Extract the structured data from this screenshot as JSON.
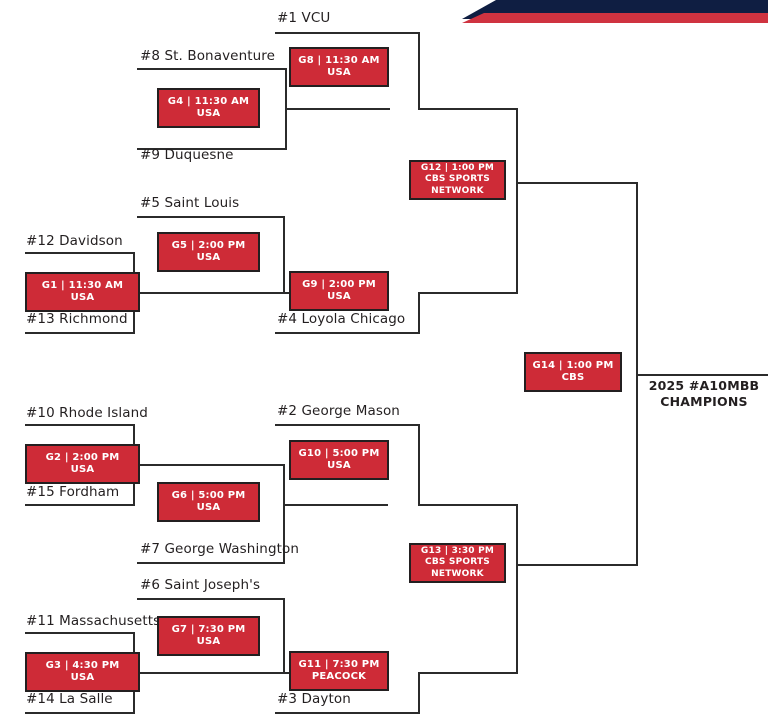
{
  "tournament": {
    "champion_label": "2025 #A10MBB\nCHAMPIONS",
    "accent_red": "#CE2B37",
    "banner_navy": "#0F1E42",
    "banner_red": "#CF3340",
    "line_color": "#2B2B2B"
  },
  "teams": {
    "vcu": "#1 VCU",
    "stbonny": "#8 St. Bonaventure",
    "duquesne": "#9 Duquesne",
    "saintlouis": "#5 Saint Louis",
    "davidson": "#12 Davidson",
    "richmond": "#13 Richmond",
    "loyola": "#4 Loyola Chicago",
    "rhodeisland": "#10 Rhode Island",
    "fordham": "#15 Fordham",
    "gmason": "#2 George Mason",
    "gwashington": "#7 George Washington",
    "stjoseph": "#6 Saint Joseph's",
    "umass": "#11 Massachusetts",
    "lasalle": "#14 La Salle",
    "dayton": "#3 Dayton"
  },
  "games": {
    "g1": {
      "line1": "G1 | 11:30 AM",
      "line2": "USA"
    },
    "g2": {
      "line1": "G2 | 2:00 PM",
      "line2": "USA"
    },
    "g3": {
      "line1": "G3 | 4:30 PM",
      "line2": "USA"
    },
    "g4": {
      "line1": "G4 | 11:30 AM",
      "line2": "USA"
    },
    "g5": {
      "line1": "G5 | 2:00 PM",
      "line2": "USA"
    },
    "g6": {
      "line1": "G6 | 5:00 PM",
      "line2": "USA"
    },
    "g7": {
      "line1": "G7 | 7:30 PM",
      "line2": "USA"
    },
    "g8": {
      "line1": "G8 | 11:30 AM",
      "line2": "USA"
    },
    "g9": {
      "line1": "G9  | 2:00 PM",
      "line2": "USA"
    },
    "g10": {
      "line1": "G10 | 5:00 PM",
      "line2": "USA"
    },
    "g11": {
      "line1": "G11 | 7:30 PM",
      "line2": "PEACOCK"
    },
    "g12": {
      "line1": "G12 | 1:00 PM",
      "line2": "CBS SPORTS NETWORK"
    },
    "g13": {
      "line1": "G13 | 3:30 PM",
      "line2": "CBS SPORTS NETWORK"
    },
    "g14": {
      "line1": "G14 | 1:00 PM",
      "line2": "CBS"
    }
  }
}
